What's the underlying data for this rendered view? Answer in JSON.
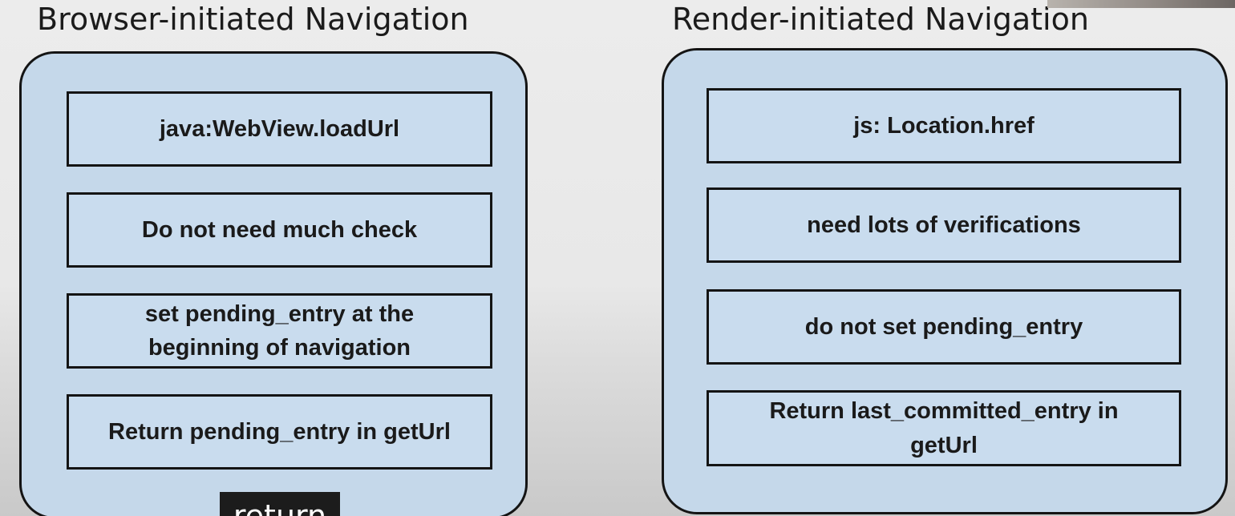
{
  "left_panel": {
    "title": "Browser-initiated Navigation",
    "boxes": [
      {
        "lines": [
          "java:WebView.loadUrl"
        ]
      },
      {
        "lines": [
          "Do not need much check"
        ]
      },
      {
        "lines": [
          "set pending_entry at the",
          "beginning of navigation"
        ]
      },
      {
        "lines": [
          "Return pending_entry in getUrl"
        ]
      }
    ]
  },
  "right_panel": {
    "title": "Render-initiated Navigation",
    "boxes": [
      {
        "lines": [
          "js: Location.href"
        ]
      },
      {
        "lines": [
          "need lots of verifications"
        ]
      },
      {
        "lines": [
          "do not set pending_entry"
        ]
      },
      {
        "lines": [
          "Return last_committed_entry in",
          "getUrl"
        ]
      }
    ]
  },
  "caption": {
    "text": "return"
  },
  "colors": {
    "panel_fill": "#c5d8ea",
    "box_fill": "#c9dcee",
    "border": "#141414",
    "caption_bg": "#1c1c1c"
  }
}
